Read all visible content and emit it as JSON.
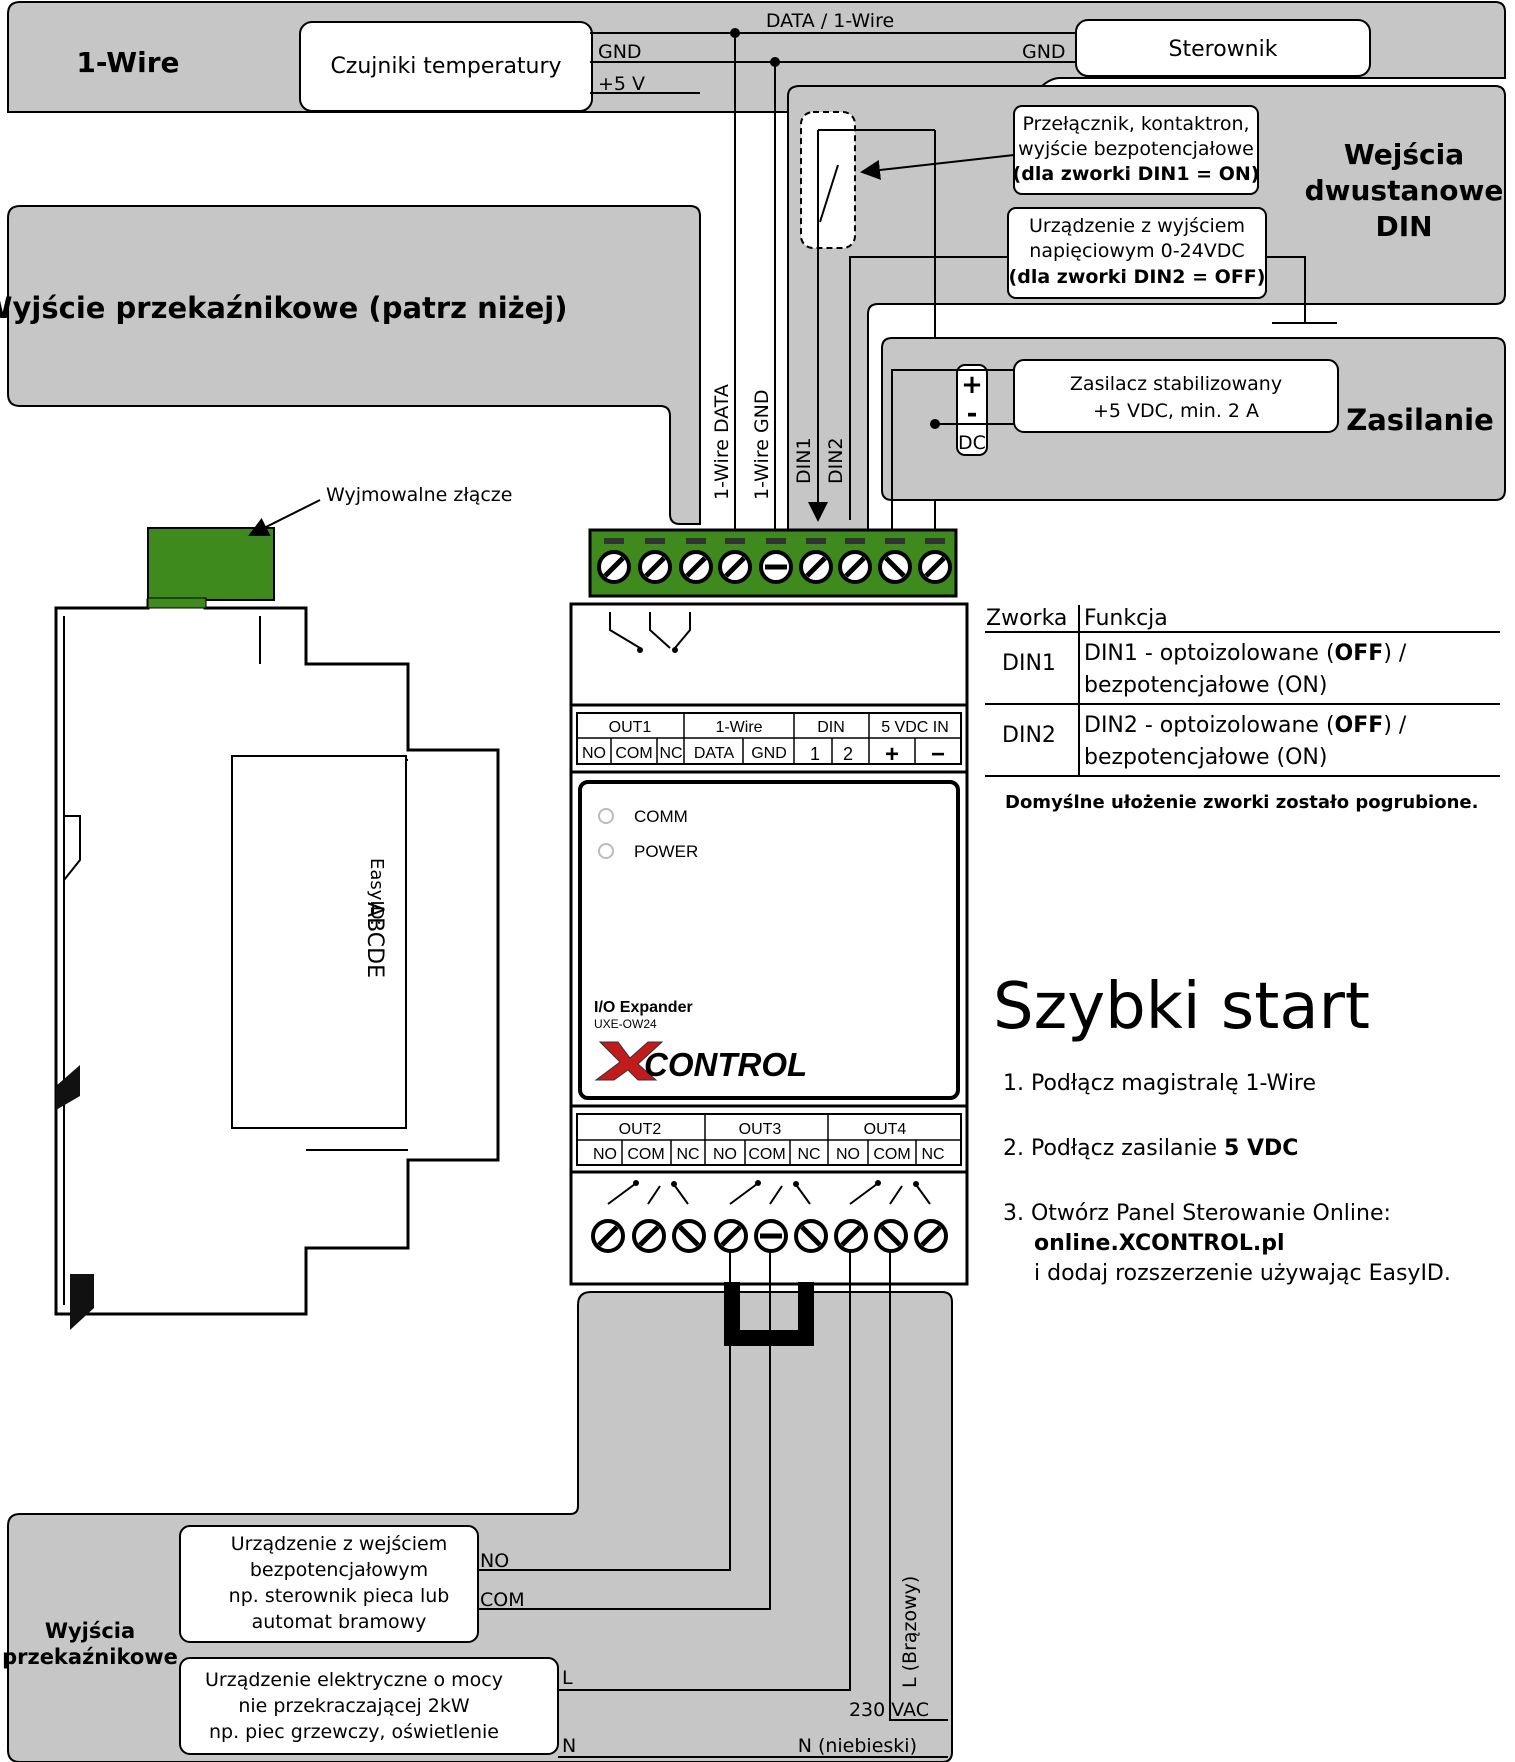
{
  "onewire": {
    "title": "1-Wire",
    "sensors": "Czujniki temperatury",
    "controller": "Sterownik",
    "data_bus": "DATA / 1-Wire",
    "gnd_left": "GND",
    "vcc_left": "+5 V",
    "gnd_right": "GND",
    "wire_data": "1-Wire DATA",
    "wire_gnd": "1-Wire GND"
  },
  "din": {
    "title_l1": "Wejścia",
    "title_l2": "dwustanowe",
    "title_l3": "DIN",
    "switch_l1": "Przełącznik, kontaktron,",
    "switch_l2": "wyjście bezpotencjałowe",
    "switch_l3": "(dla zworki DIN1 = ON)",
    "device_l1": "Urządzenie z wyjściem",
    "device_l2": "napięciowym 0-24VDC",
    "device_l3": "(dla zworki DIN2 = OFF)",
    "wire1": "DIN1",
    "wire2": "DIN2"
  },
  "relay_top": {
    "title": "Wyjście przekaźnikowe (patrz niżej)"
  },
  "power": {
    "title": "Zasilanie",
    "psu_l1": "Zasilacz stabilizowany",
    "psu_l2": "+5 VDC, min. 2 A",
    "plus": "+",
    "minus": "-",
    "dc": "DC"
  },
  "connector_label": "Wyjmowalne złącze",
  "device": {
    "header_top": [
      "OUT1",
      "1-Wire",
      "DIN",
      "5 VDC IN"
    ],
    "header_bottom": [
      "NO",
      "COM",
      "NC",
      "DATA",
      "GND",
      "1",
      "2",
      "+",
      "−"
    ],
    "led_comm": "COMM",
    "led_power": "POWER",
    "name": "I/O Expander",
    "model": "UXE-OW24",
    "brand": "CONTROL",
    "header2_top": [
      "OUT2",
      "OUT3",
      "OUT4"
    ],
    "header2_bottom": [
      "NO",
      "COM",
      "NC",
      "NO",
      "COM",
      "NC",
      "NO",
      "COM",
      "NC"
    ],
    "side_label": "EasyID:",
    "side_value": "ABCDE"
  },
  "jumper_table": {
    "headers": [
      "Zworka",
      "Funkcja"
    ],
    "rows": [
      {
        "name": "DIN1",
        "line1_pre": "DIN1 - optoizolowane (",
        "line1_bold": "OFF",
        "line1_post": ") /",
        "line2": "bezpotencjałowe (ON)"
      },
      {
        "name": "DIN2",
        "line1_pre": "DIN2 - optoizolowane (",
        "line1_bold": "OFF",
        "line1_post": ") /",
        "line2": "bezpotencjałowe (ON)"
      }
    ],
    "note": "Domyślne ułożenie zworki zostało pogrubione."
  },
  "quickstart": {
    "title": "Szybki start",
    "step1": "1. Podłącz magistralę 1-Wire",
    "step2_pre": "2. Podłącz zasilanie ",
    "step2_bold": "5 VDC",
    "step3_l1": "3. Otwórz Panel Sterowanie Online:",
    "step3_url": "online.XCONTROL.pl",
    "step3_l3": "i dodaj rozszerzenie używając EasyID."
  },
  "relays": {
    "title_l1": "Wyjścia",
    "title_l2": "przekaźnikowe",
    "dev1_l1": "Urządzenie z wejściem",
    "dev1_l2": "bezpotencjałowym",
    "dev1_l3": "np. sterownik pieca lub",
    "dev1_l4": "automat bramowy",
    "no": "NO",
    "com": "COM",
    "dev2_l1": "Urządzenie elektryczne o mocy",
    "dev2_l2": "nie przekraczającej 2kW",
    "dev2_l3": "np. piec grzewczy, oświetlenie",
    "l": "L",
    "n": "N",
    "l_brown": "L (Brązowy)",
    "vac": "230 VAC",
    "n_blue": "N (niebieski)"
  }
}
